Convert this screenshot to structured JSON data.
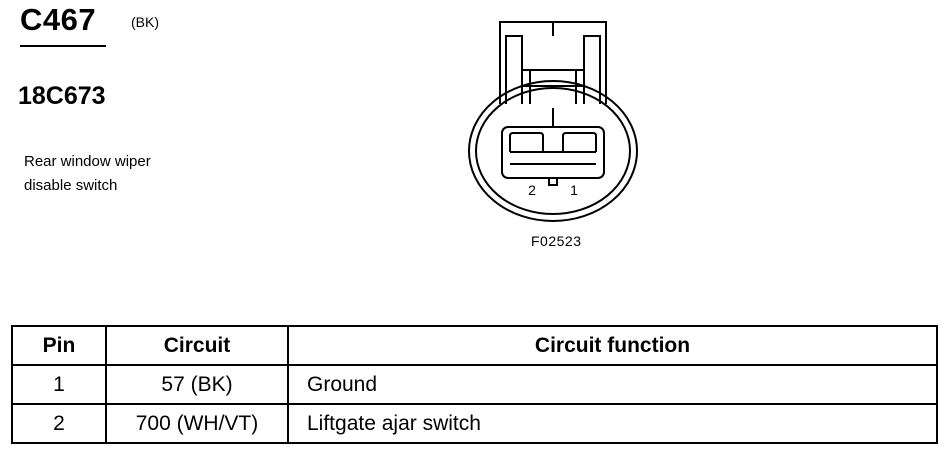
{
  "connector": {
    "id": "C467",
    "color": "(BK)",
    "part_number": "18C673",
    "description_lines": [
      "Rear window wiper",
      "disable switch"
    ]
  },
  "diagram": {
    "pin_labels": [
      "2",
      "1"
    ],
    "figure_code": "F02523"
  },
  "table": {
    "headers": [
      "Pin",
      "Circuit",
      "Circuit function"
    ],
    "rows": [
      {
        "pin": "1",
        "circuit": "57 (BK)",
        "function": "Ground"
      },
      {
        "pin": "2",
        "circuit": "700 (WH/VT)",
        "function": "Liftgate ajar switch"
      }
    ]
  }
}
